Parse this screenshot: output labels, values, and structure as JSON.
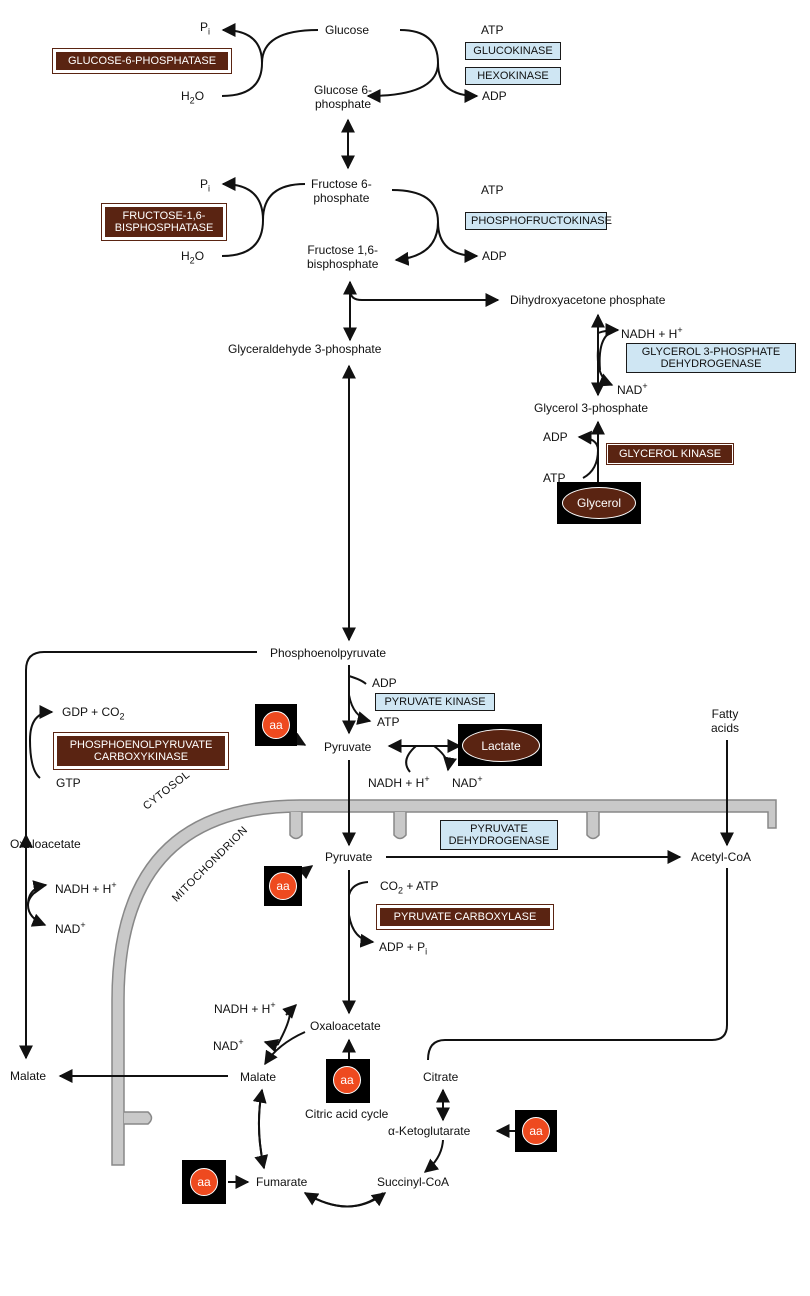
{
  "metabolites": {
    "glucose": "Glucose",
    "g6p": [
      "Glucose 6-",
      "phosphate"
    ],
    "f6p": [
      "Fructose 6-",
      "phosphate"
    ],
    "f16bp": [
      "Fructose 1,6-",
      "bisphosphate"
    ],
    "dhap": "Dihydroxyacetone phosphate",
    "gap": "Glyceraldehyde 3-phosphate",
    "g3p": "Glycerol 3-phosphate",
    "glycerol": "Glycerol",
    "pep": "Phosphoenolpyruvate",
    "pyruvate_cyt": "Pyruvate",
    "lactate": "Lactate",
    "fatty_acids": [
      "Fatty",
      "acids"
    ],
    "oaa_cyt": "Oxaloacetate",
    "malate_cyt": "Malate",
    "pyruvate_mito": "Pyruvate",
    "acetyl_coa": "Acetyl-CoA",
    "oaa_mito": "Oxaloacetate",
    "malate_mito": "Malate",
    "citrate": "Citrate",
    "akg": "α-Ketoglutarate",
    "succinyl_coa": "Succinyl-CoA",
    "fumarate": "Fumarate",
    "tca": "Citric acid cycle"
  },
  "cofactors": {
    "pi1": "P",
    "pi1_sub": "i",
    "h2o1": "H",
    "h2o1_sub": "2",
    "h2o1_tail": "O",
    "atp1": "ATP",
    "adp1": "ADP",
    "pi2": "P",
    "pi2_sub": "i",
    "h2o2": "H",
    "h2o2_sub": "2",
    "h2o2_tail": "O",
    "atp2": "ATP",
    "adp2": "ADP",
    "nadh_g3p": "NADH + H",
    "nadh_g3p_sup": "+",
    "nad_g3p": "NAD",
    "nad_g3p_sup": "+",
    "adp_gk": "ADP",
    "atp_gk": "ATP",
    "adp_pk": "ADP",
    "atp_pk": "ATP",
    "gdp_co2": "GDP + CO",
    "gdp_co2_sub": "2",
    "gtp": "GTP",
    "nadh_ldh": "NADH + H",
    "nadh_ldh_sup": "+",
    "nad_ldh": "NAD",
    "nad_ldh_sup": "+",
    "nadh_mdh_cyt": "NADH + H",
    "nadh_mdh_cyt_sup": "+",
    "nad_mdh_cyt": "NAD",
    "nad_mdh_cyt_sup": "+",
    "co2_atp": "CO",
    "co2_atp_sub": "2",
    "co2_atp_tail": " + ATP",
    "adp_pi": "ADP + P",
    "adp_pi_sub": "i",
    "nadh_mdh_mito": "NADH + H",
    "nadh_mdh_mito_sup": "+",
    "nad_mdh_mito": "NAD",
    "nad_mdh_mito_sup": "+"
  },
  "enzymes": {
    "g6pase": "GLUCOSE-6-PHOSPHATASE",
    "glucokinase": "GLUCOKINASE",
    "hexokinase": "HEXOKINASE",
    "fbpase": [
      "FRUCTOSE-1,6-",
      "BISPHOSPHATASE"
    ],
    "pfk": "PHOSPHOFRUCTOKINASE",
    "g3pdh": [
      "GLYCEROL 3-PHOSPHATE",
      "DEHYDROGENASE"
    ],
    "glycerol_kinase": "GLYCEROL KINASE",
    "pk": "PYRUVATE KINASE",
    "pepck": [
      "PHOSPHOENOLPYRUVATE",
      "CARBOXYKINASE"
    ],
    "pdh": [
      "PYRUVATE",
      "DEHYDROGENASE"
    ],
    "pc": "PYRUVATE CARBOXYLASE"
  },
  "compartments": {
    "cytosol": "CYTOSOL",
    "mitochondrion": "MITOCHONDRION"
  },
  "amino_acid_badge": "aa",
  "colors": {
    "regulatory_enzyme_box": "#cfe6f3",
    "gluconeogenic_enzyme_box": "#5a2412",
    "amino_acid_circle": "#ee4a1f",
    "membrane": "#c8c8c8"
  }
}
